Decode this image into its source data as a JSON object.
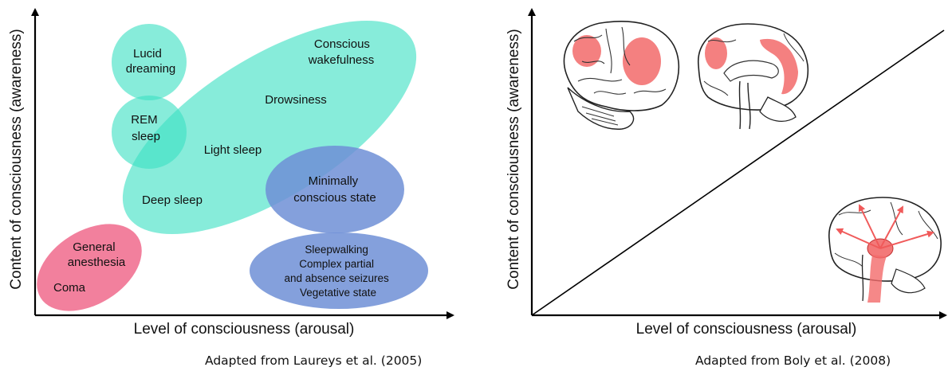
{
  "left_panel": {
    "x_axis_label": "Level of consciousness (arousal)",
    "y_axis_label": "Content of consciousness (awareness)",
    "caption": "Adapted from Laureys et al. (2005)",
    "states": {
      "lucid_dreaming": [
        "Lucid",
        "dreaming"
      ],
      "rem_sleep": [
        "REM",
        "sleep"
      ],
      "conscious_wakefulness": [
        "Conscious",
        "wakefulness"
      ],
      "drowsiness": "Drowsiness",
      "light_sleep": "Light sleep",
      "deep_sleep": "Deep sleep",
      "minimally_conscious": [
        "Minimally",
        "conscious state"
      ],
      "sleepwalking_group": [
        "Sleepwalking",
        "Complex partial",
        "and absence seizures",
        "Vegetative state"
      ],
      "general_anesthesia": [
        "General",
        "anesthesia"
      ],
      "coma": "Coma"
    },
    "colors": {
      "teal": "#3ee0c4",
      "blue": "#6f8fd6",
      "pink": "#f06a8c"
    }
  },
  "right_panel": {
    "x_axis_label": "Level of consciousness (arousal)",
    "y_axis_label": "Content of consciousness (awareness)",
    "caption": "Adapted from Boly et al. (2008)",
    "highlight_color": "#f26a6a"
  }
}
